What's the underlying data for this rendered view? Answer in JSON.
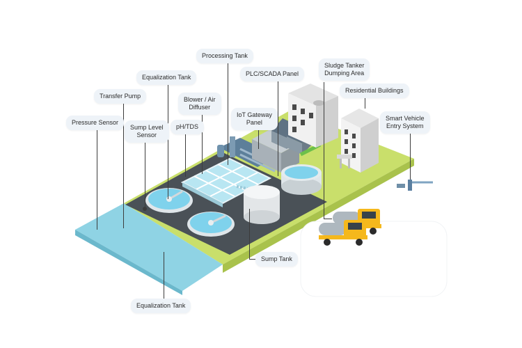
{
  "labels": {
    "processing_tank": "Processing Tank",
    "equalization_tank_top": "Equalization Tank",
    "plc_scada_panel": "PLC/SCADA Panel",
    "sludge_tanker_line1": "Sludge Tanker",
    "sludge_tanker_line2": "Dumping Area",
    "transfer_pump": "Transfer Pump",
    "blower_line1": "Blower / Air",
    "blower_line2": "Diffuser",
    "residential_buildings": "Residential Buildings",
    "iot_gateway_line1": "IoT Gateway",
    "iot_gateway_line2": "Panel",
    "pressure_sensor": "Pressure Sensor",
    "sump_level_line1": "Sump Level",
    "sump_level_line2": "Sensor",
    "ph_tds": "pH/TDS",
    "smart_vehicle_line1": "Smart Vehicle",
    "smart_vehicle_line2": "Entry System",
    "sump_tank": "Sump Tank",
    "equalization_tank_bottom": "Equalization Tank"
  },
  "colors": {
    "ground_green": "#c9df6b",
    "water_blue": "#8fd3e4",
    "concrete": "#4a5157",
    "tank_water": "#7fd2ec",
    "truck_yellow": "#f5b81c",
    "building_white": "#f1f1f1",
    "label_bg": "#eef3f8"
  }
}
